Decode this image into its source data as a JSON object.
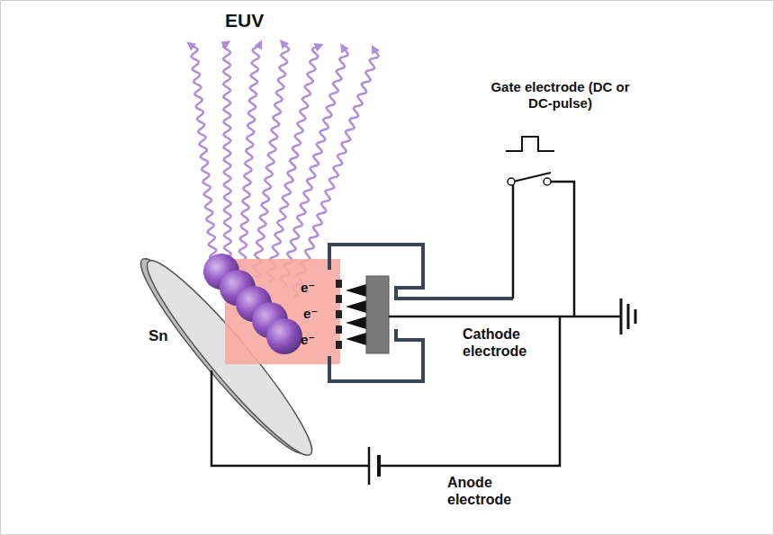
{
  "diagram": {
    "labels": [
      "EUV",
      "Gate electrode (DC or DC-pulse)",
      "Sn",
      "e⁻",
      "e⁻",
      "e⁻",
      "Cathode electrode",
      "Anode electrode"
    ]
  }
}
